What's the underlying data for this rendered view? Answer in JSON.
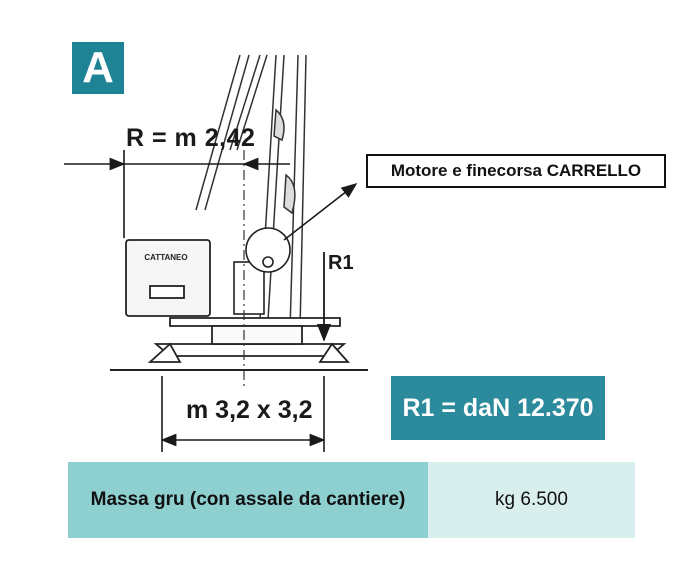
{
  "badge": {
    "letter": "A"
  },
  "callout": {
    "text": "Motore e finecorsa CARRELLO"
  },
  "dimensions": {
    "radius": "R = m 2,42",
    "base": "m 3,2 x 3,2"
  },
  "reaction": {
    "label": "R1",
    "result": "R1 = daN 12.370"
  },
  "ballast": {
    "logo_text": "CATTANEO"
  },
  "table": {
    "label": "Massa gru (con assale da cantiere)",
    "value": "kg 6.500"
  },
  "colors": {
    "teal_dark": "#1f8396",
    "teal_result": "#2b8a9c",
    "teal_light": "#8ecfcf",
    "teal_pale": "#d9efee"
  }
}
